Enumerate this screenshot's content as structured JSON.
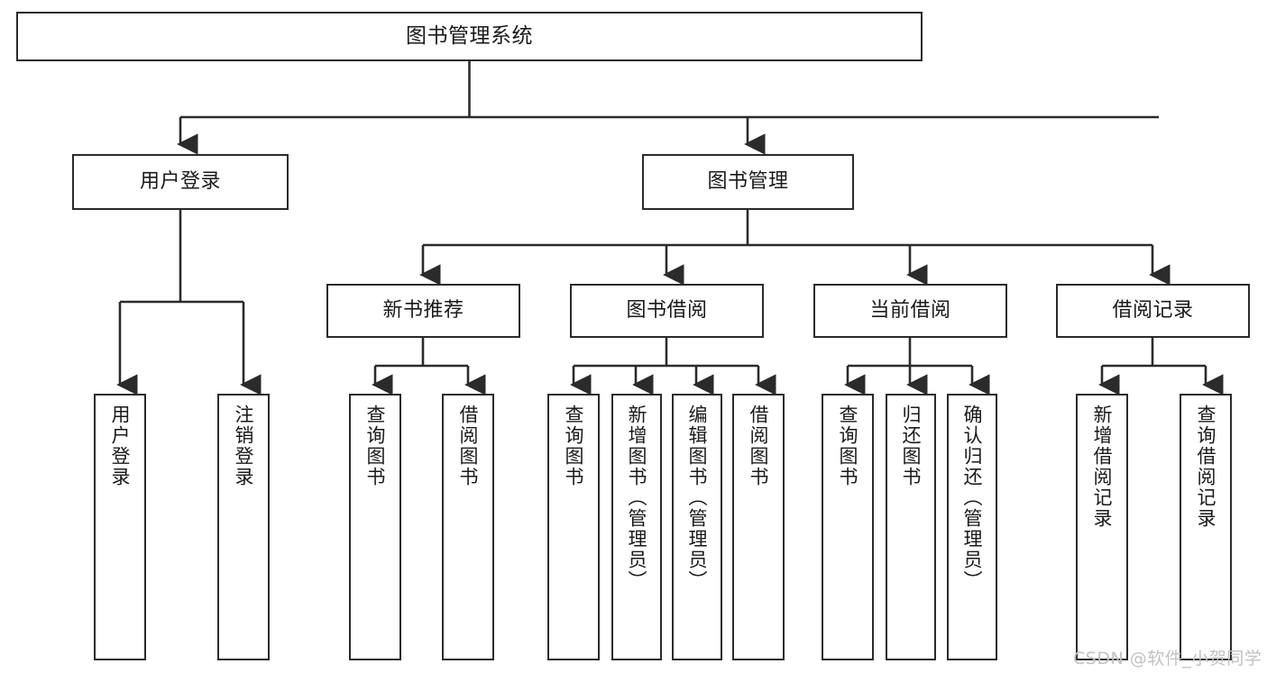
{
  "diagram": {
    "type": "tree-hierarchy",
    "title": "图书管理系统",
    "watermark": "CSDN @软件_小贺同学",
    "colors": {
      "background": "#ffffff",
      "stroke": "#2b2b2b",
      "text": "#1a1a1a",
      "watermark": "#c2c2c2"
    },
    "nodes": {
      "root": {
        "label": "图书管理系统"
      },
      "level1": [
        {
          "label": "用户登录"
        },
        {
          "label": "图书管理"
        }
      ],
      "level2": [
        {
          "label": "新书推荐"
        },
        {
          "label": "图书借阅"
        },
        {
          "label": "当前借阅"
        },
        {
          "label": "借阅记录"
        }
      ],
      "leaves": {
        "user_login": [
          {
            "label": "用户登录"
          },
          {
            "label": "注销登录"
          }
        ],
        "new_book_recommend": [
          {
            "label": "查询图书"
          },
          {
            "label": "借阅图书"
          }
        ],
        "book_borrow": [
          {
            "label": "查询图书"
          },
          {
            "label": "新增图书（管理员）"
          },
          {
            "label": "编辑图书（管理员）"
          },
          {
            "label": "借阅图书"
          }
        ],
        "current_borrow": [
          {
            "label": "查询图书"
          },
          {
            "label": "归还图书"
          },
          {
            "label": "确认归还（管理员）"
          }
        ],
        "borrow_record": [
          {
            "label": "新增借阅记录"
          },
          {
            "label": "查询借阅记录"
          }
        ]
      }
    }
  }
}
